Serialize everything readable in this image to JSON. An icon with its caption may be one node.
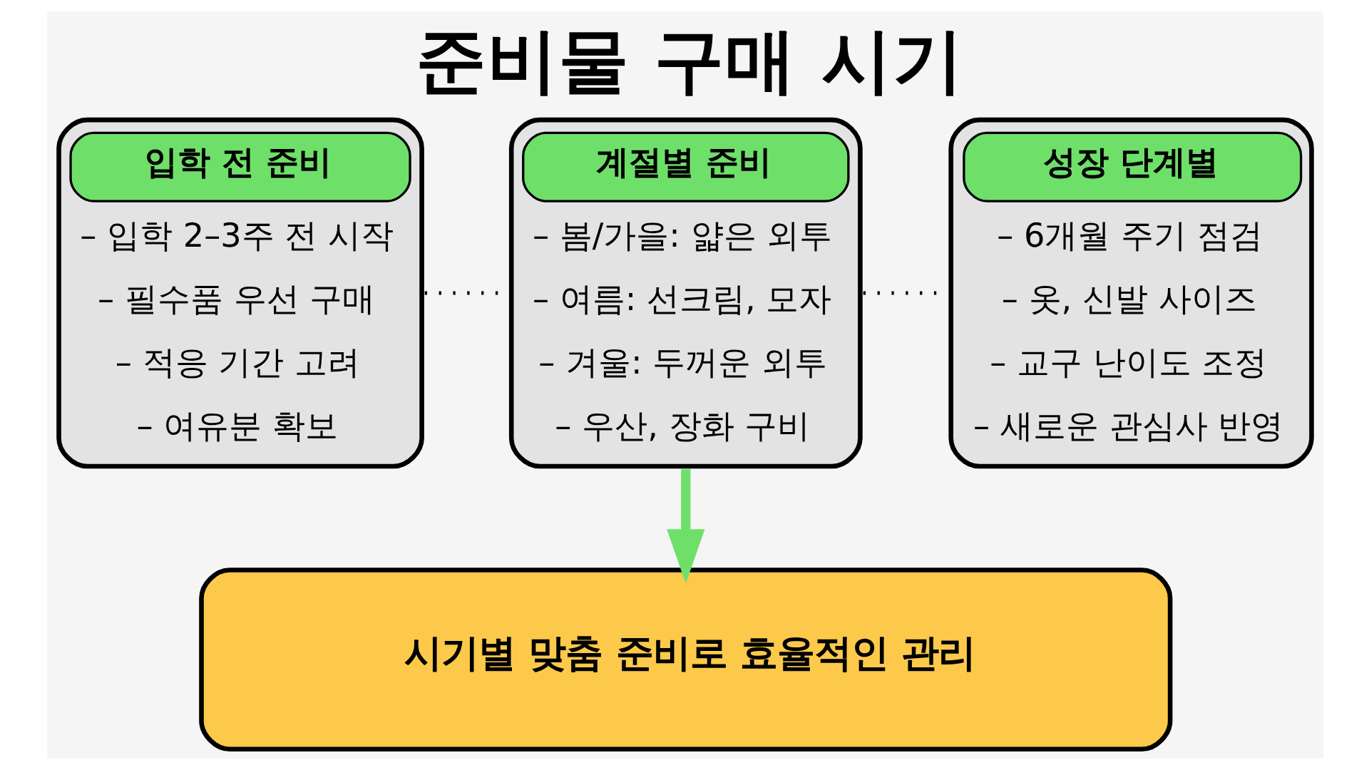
{
  "diagram": {
    "title": "준비물 구매 시기",
    "nodes": [
      {
        "text": [
          "입학 전 준비",
          "– 입학 2–3주 전 시작",
          "– 필수품 우선 구매",
          "– 적응 기간 고려",
          "– 여유분 확보"
        ]
      },
      {
        "text": [
          "계절별 준비",
          "– 봄/가을: 얇은 외투",
          "– 여름: 선크림, 모자",
          "– 겨울: 두꺼운 외투",
          "– 우산, 장화 구비"
        ]
      },
      {
        "text": [
          "성장 단계별",
          "– 6개월 주기 점검",
          "– 옷, 신발 사이즈",
          "– 교구 난이도 조정",
          "– 새로운 관심사 반영"
        ]
      },
      {
        "text": [
          "시기별 맞춤 준비로 효율적인 관리"
        ]
      }
    ],
    "edges": [
      {
        "from": 0,
        "to": 1,
        "arrow": "none",
        "style": "dashed"
      },
      {
        "from": 1,
        "to": 2,
        "arrow": "none",
        "style": "dashed"
      },
      {
        "from": 1,
        "to": 3,
        "arrow": "to",
        "style": "thick",
        "color": "#6ee06a"
      }
    ]
  }
}
